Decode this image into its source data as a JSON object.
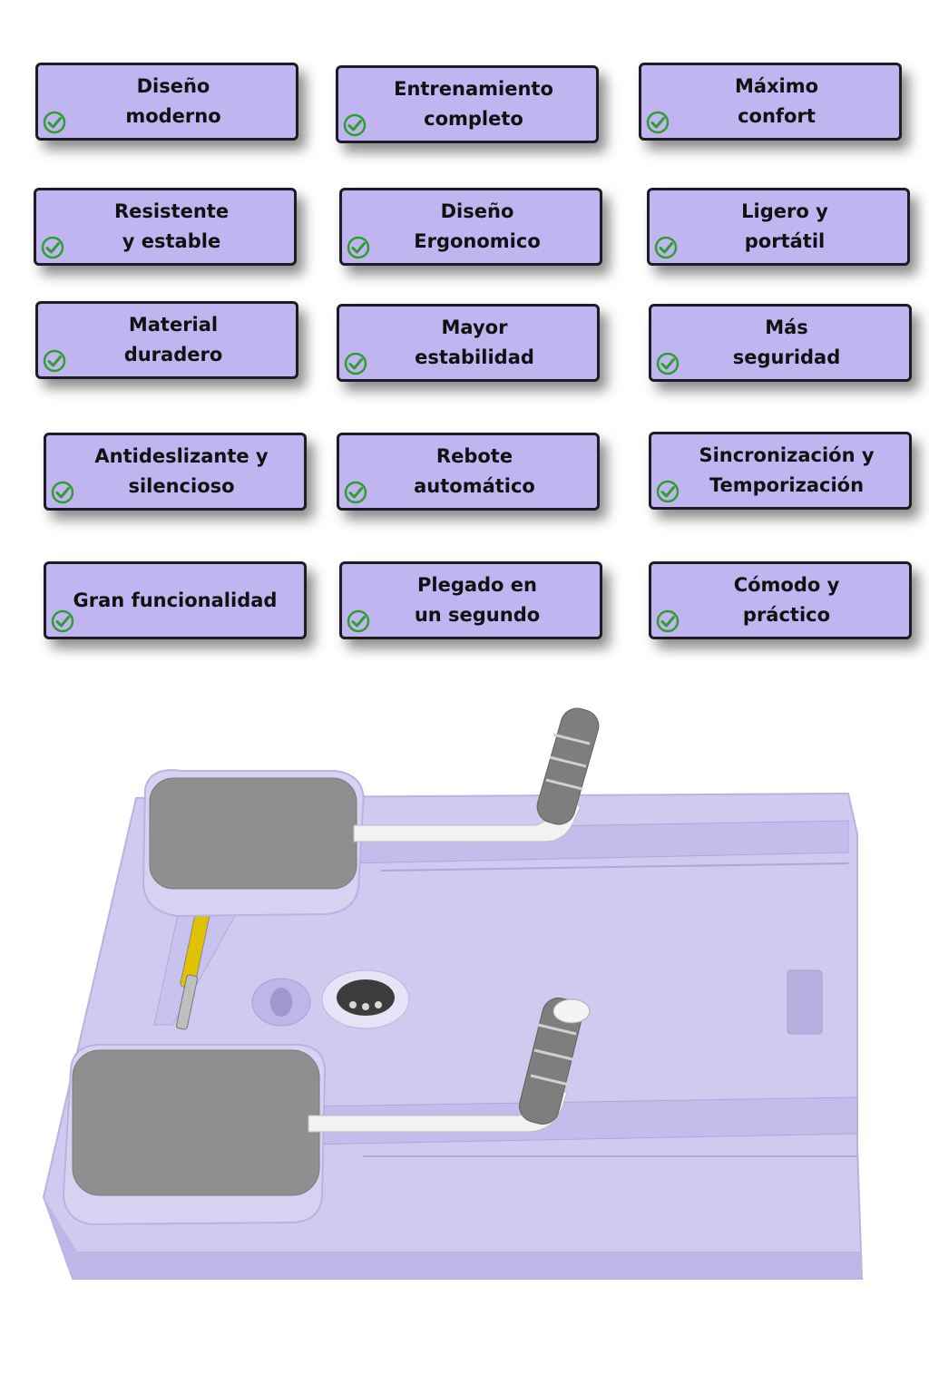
{
  "features": [
    {
      "label": "Diseño\nmoderno"
    },
    {
      "label": "Entrenamiento\ncompleto"
    },
    {
      "label": "Máximo\nconfort"
    },
    {
      "label": "Resistente\ny estable"
    },
    {
      "label": "Diseño\nErgonomico"
    },
    {
      "label": "Ligero y\nportátil"
    },
    {
      "label": "Material\nduradero"
    },
    {
      "label": "Mayor\nestabilidad"
    },
    {
      "label": "Más\nseguridad"
    },
    {
      "label": "Antideslizante y\nsilencioso"
    },
    {
      "label": "Rebote\nautomático"
    },
    {
      "label": "Sincronización y\nTemporización"
    },
    {
      "label": "Gran funcionalidad"
    },
    {
      "label": "Plegado en\nun segundo"
    },
    {
      "label": "Cómodo y\npráctico"
    }
  ],
  "icons": {
    "check": "check-circle-icon"
  },
  "colors": {
    "card": "#c1b5f1",
    "border": "#1e1b24",
    "check": "#2e9e2e",
    "device": "#cfcaf0",
    "pad": "#8f8f8f"
  }
}
